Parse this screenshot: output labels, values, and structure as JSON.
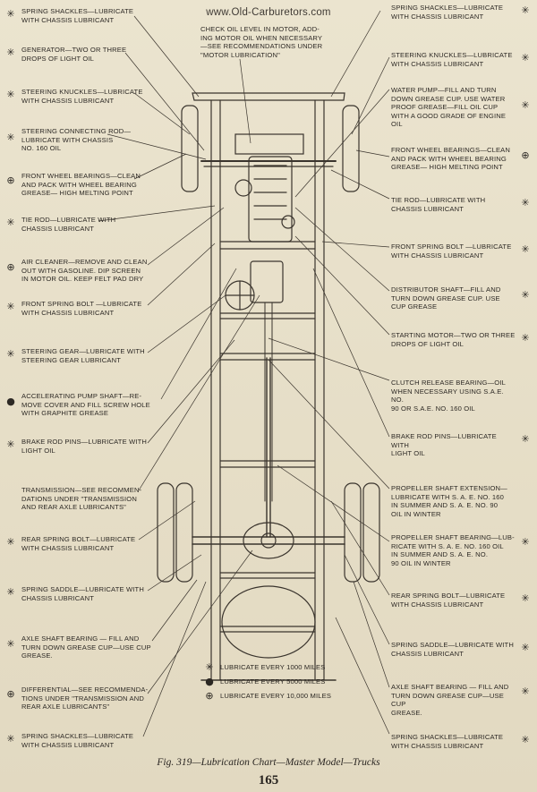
{
  "watermark": "www.Old-Carburetors.com",
  "top_note": "CHECK OIL LEVEL IN MOTOR, ADD-\nING MOTOR OIL WHEN NECESSARY\n—SEE RECOMMENDATIONS UNDER\n\"MOTOR LUBRICATION\"",
  "left_labels": [
    {
      "text": "SPRING SHACKLES—LUBRICATE\nWITH CHASSIS LUBRICANT",
      "symbol": "✳"
    },
    {
      "text": "GENERATOR—TWO OR THREE\nDROPS OF LIGHT OIL",
      "symbol": "✳"
    },
    {
      "text": "STEERING KNUCKLES—LUBRICATE\nWITH CHASSIS LUBRICANT",
      "symbol": "✳"
    },
    {
      "text": "STEERING CONNECTING ROD—\nLUBRICATE WITH CHASSIS\nNO. 160 OIL",
      "symbol": "✳"
    },
    {
      "text": "FRONT WHEEL BEARINGS—CLEAN\nAND PACK WITH WHEEL BEARING\nGREASE— HIGH MELTING POINT",
      "symbol": "⊕"
    },
    {
      "text": "TIE ROD—LUBRICATE WITH\nCHASSIS LUBRICANT",
      "symbol": "✳"
    },
    {
      "text": "AIR CLEANER—REMOVE AND CLEAN\nOUT WITH GASOLINE. DIP SCREEN\nIN MOTOR OIL. KEEP FELT PAD DRY",
      "symbol": "⊕"
    },
    {
      "text": "FRONT SPRING BOLT —LUBRICATE\nWITH CHASSIS LUBRICANT",
      "symbol": "✳"
    },
    {
      "text": "STEERING GEAR—LUBRICATE WITH\nSTEERING GEAR LUBRICANT",
      "symbol": "✳"
    },
    {
      "text": "ACCELERATING PUMP SHAFT—RE-\nMOVE COVER AND FILL SCREW HOLE\nWITH GRAPHITE GREASE",
      "symbol": "●"
    },
    {
      "text": "BRAKE ROD PINS—LUBRICATE WITH\nLIGHT OIL",
      "symbol": "✳"
    },
    {
      "text": "TRANSMISSION—SEE RECOMMEN-\nDATIONS UNDER \"TRANSMISSION\nAND REAR AXLE LUBRICANTS\"",
      "symbol": ""
    },
    {
      "text": "REAR SPRING BOLT—LUBRICATE\nWITH CHASSIS LUBRICANT",
      "symbol": "✳"
    },
    {
      "text": "SPRING SADDLE—LUBRICATE WITH\nCHASSIS LUBRICANT",
      "symbol": "✳"
    },
    {
      "text": "AXLE SHAFT BEARING — FILL AND\nTURN DOWN GREASE CUP—USE CUP\nGREASE.",
      "symbol": "✳"
    },
    {
      "text": "DIFFERENTIAL—SEE RECOMMENDA-\nTIONS UNDER \"TRANSMISSION AND\nREAR AXLE LUBRICANTS\"",
      "symbol": "⊕"
    },
    {
      "text": "SPRING SHACKLES—LUBRICATE\nWITH CHASSIS LUBRICANT",
      "symbol": "✳"
    }
  ],
  "right_labels": [
    {
      "text": "SPRING SHACKLES—LUBRICATE\nWITH CHASSIS LUBRICANT",
      "symbol": "✳"
    },
    {
      "text": "STEERING KNUCKLES—LUBRICATE\nWITH CHASSIS LUBRICANT",
      "symbol": "✳"
    },
    {
      "text": "WATER PUMP—FILL AND TURN\nDOWN GREASE CUP. USE WATER\nPROOF GREASE—FILL OIL CUP\nWITH A GOOD GRADE OF ENGINE\nOIL",
      "symbol": "✳"
    },
    {
      "text": "FRONT WHEEL BEARINGS—CLEAN\nAND PACK WITH WHEEL BEARING\nGREASE— HIGH MELTING POINT",
      "symbol": "⊕"
    },
    {
      "text": "TIE ROD—LUBRICATE WITH\nCHASSIS LUBRICANT",
      "symbol": "✳"
    },
    {
      "text": "FRONT SPRING BOLT —LUBRICATE\nWITH CHASSIS LUBRICANT",
      "symbol": "✳"
    },
    {
      "text": "DISTRIBUTOR SHAFT—FILL AND\nTURN DOWN GREASE CUP. USE\nCUP GREASE",
      "symbol": "✳"
    },
    {
      "text": "STARTING MOTOR—TWO OR THREE\nDROPS OF LIGHT OIL",
      "symbol": "✳"
    },
    {
      "text": "CLUTCH RELEASE BEARING—OIL\nWHEN NECESSARY USING S.A.E. NO.\n90 OR S.A.E. NO. 160 OIL",
      "symbol": ""
    },
    {
      "text": "BRAKE ROD PINS—LUBRICATE WITH\nLIGHT OIL",
      "symbol": "✳"
    },
    {
      "text": "PROPELLER SHAFT EXTENSION—\nLUBRICATE WITH S. A. E. NO. 160\nIN SUMMER AND S. A. E. NO. 90\nOIL IN WINTER",
      "symbol": ""
    },
    {
      "text": "PROPELLER SHAFT BEARING—LUB-\nRICATE WITH S. A. E. NO. 160 OIL\nIN SUMMER AND S. A. E. NO.\n90 OIL IN WINTER",
      "symbol": "✳"
    },
    {
      "text": "REAR SPRING BOLT—LUBRICATE\nWITH CHASSIS LUBRICANT",
      "symbol": "✳"
    },
    {
      "text": "SPRING SADDLE—LUBRICATE WITH\nCHASSIS LUBRICANT",
      "symbol": "✳"
    },
    {
      "text": "AXLE SHAFT BEARING — FILL AND\nTURN DOWN GREASE CUP—USE CUP\nGREASE.",
      "symbol": "✳"
    },
    {
      "text": "SPRING SHACKLES—LUBRICATE\nWITH CHASSIS LUBRICANT",
      "symbol": "✳"
    }
  ],
  "legend": [
    {
      "symbol": "✳",
      "text": "LUBRICATE EVERY 1000 MILES"
    },
    {
      "symbol": "●",
      "text": "LUBRICATE EVERY 5000 MILES"
    },
    {
      "symbol": "⊕",
      "text": "LUBRICATE EVERY 10,000 MILES"
    }
  ],
  "caption": "Fig. 319—Lubrication Chart—Master Model—Trucks",
  "page_number": "165",
  "colors": {
    "paper": "#e7dfc9",
    "ink": "#2b2722"
  }
}
